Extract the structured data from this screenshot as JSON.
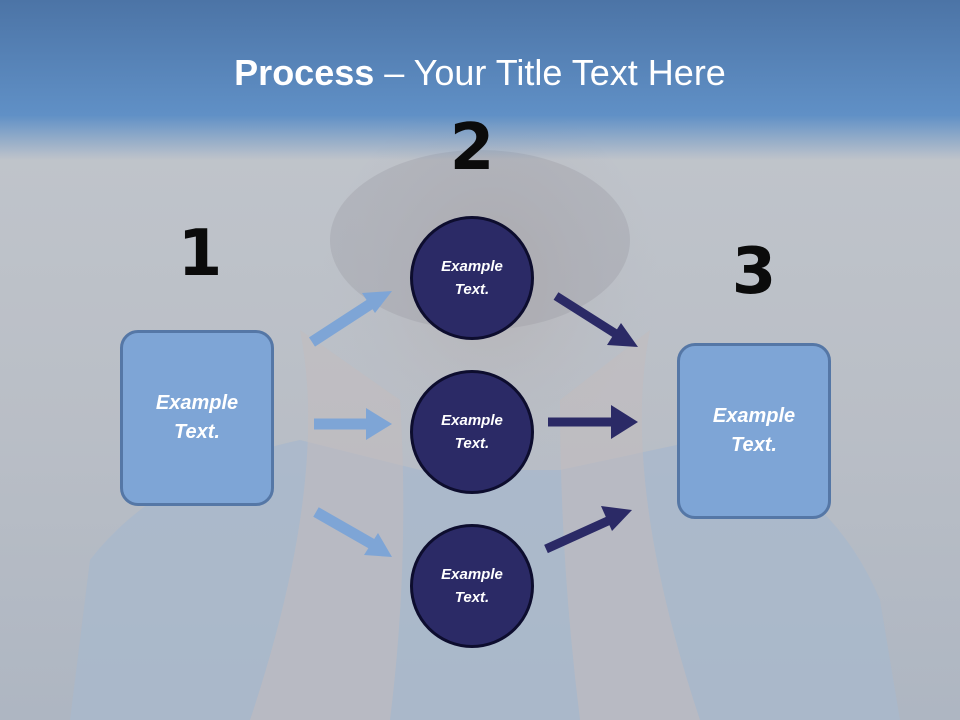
{
  "title": {
    "bold": "Process",
    "rest": " – Your Title Text Here"
  },
  "steps": {
    "one": "1",
    "two": "2",
    "three": "3"
  },
  "left_box": "Example Text.",
  "right_box": "Example Text.",
  "circles": [
    "Example Text.",
    "Example Text.",
    "Example Text."
  ],
  "colors": {
    "box_fill": "#7ea5d6",
    "circle_fill": "#2b2a66",
    "light_arrow": "#7ea5d6",
    "dark_arrow": "#2b2a66",
    "header": "#5b89c2"
  }
}
